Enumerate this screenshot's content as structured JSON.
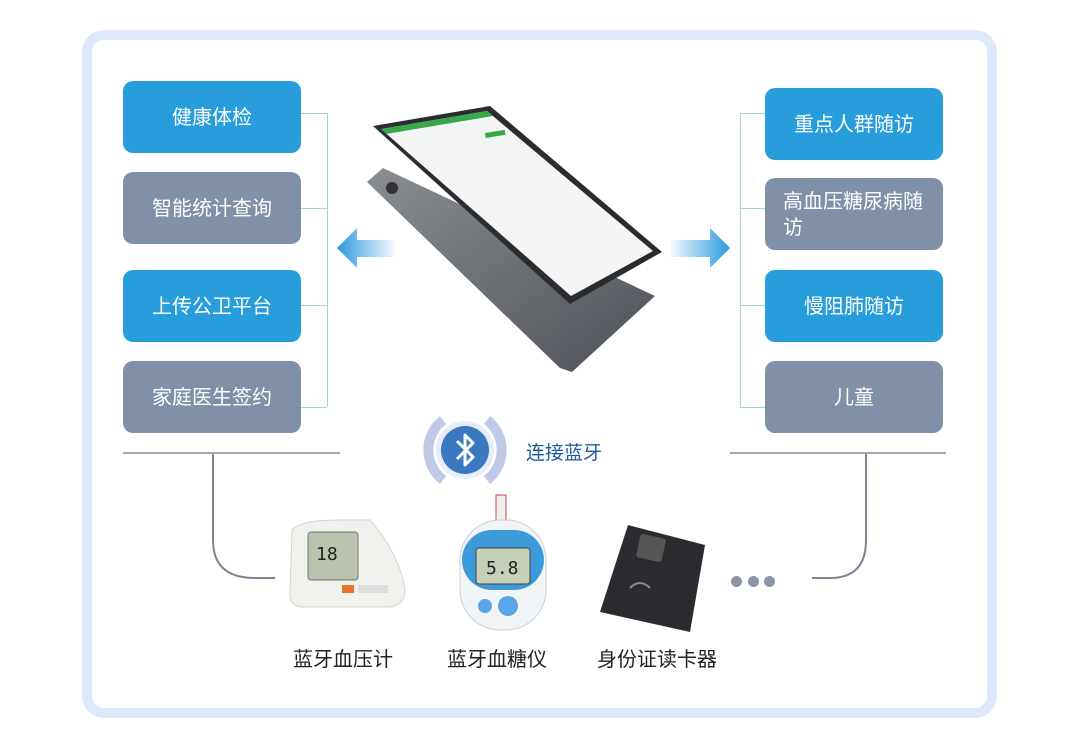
{
  "left_items": [
    {
      "label": "健康体检",
      "color": "#279ddb"
    },
    {
      "label": "智能统计查询",
      "color": "#8090a9"
    },
    {
      "label": "上传公卫平台",
      "color": "#279ddb"
    },
    {
      "label": "家庭医生签约",
      "color": "#8090a9"
    }
  ],
  "right_items": [
    {
      "label": "重点人群随访",
      "color": "#279ddb"
    },
    {
      "label": "高血压糖尿病随访",
      "color": "#8090a9"
    },
    {
      "label": "慢阻肺随访",
      "color": "#279ddb"
    },
    {
      "label": "儿童",
      "color": "#8090a9"
    }
  ],
  "bluetooth": {
    "label": "连接蓝牙",
    "icon": "bluetooth-icon"
  },
  "devices": [
    {
      "label": "蓝牙血压计",
      "icon": "blood-pressure-monitor-icon"
    },
    {
      "label": "蓝牙血糖仪",
      "icon": "glucose-meter-icon"
    },
    {
      "label": "身份证读卡器",
      "icon": "id-card-reader-icon"
    }
  ],
  "more_icon": "ellipsis-icon"
}
